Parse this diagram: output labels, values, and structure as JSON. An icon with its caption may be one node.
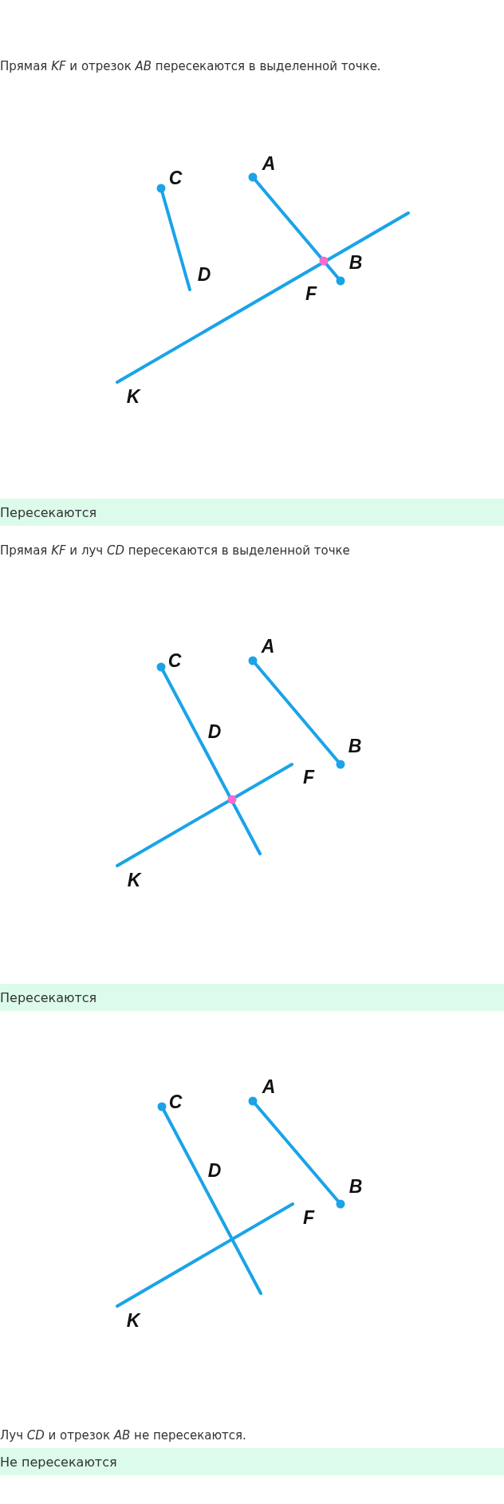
{
  "diagram": {
    "labels": [
      "Прямая *KF* и отрезок *AB* пересекаются в выделенной точке.",
      "A",
      "C",
      "B",
      "D",
      "F",
      "K",
      "Пересекаются",
      "Прямая *KF* и луч *CD* пересекаются в выделенной точке",
      "A",
      "C",
      "D",
      "B",
      "F",
      "K",
      "Пересекаются",
      "A",
      "C",
      "D",
      "B",
      "F",
      "K",
      "Луч *CD* и отрезок *AB* не пересекаются.",
      "Не пересекаются"
    ]
  }
}
